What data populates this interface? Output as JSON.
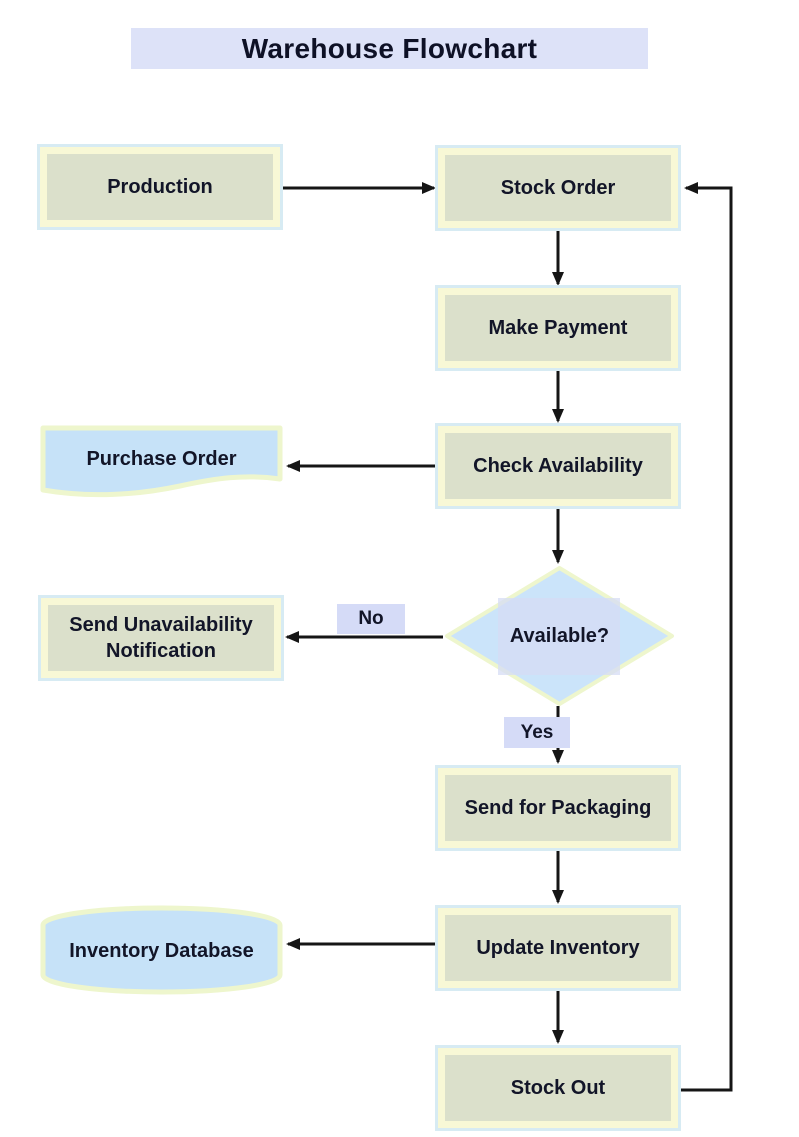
{
  "title": "Warehouse Flowchart",
  "nodes": {
    "production": {
      "label": "Production",
      "type": "process"
    },
    "stock_order": {
      "label": "Stock Order",
      "type": "process"
    },
    "make_payment": {
      "label": "Make Payment",
      "type": "process"
    },
    "check_availability": {
      "label": "Check Availability",
      "type": "process"
    },
    "purchase_order": {
      "label": "Purchase Order",
      "type": "document"
    },
    "available": {
      "label": "Available?",
      "type": "decision"
    },
    "send_unavailability_notification": {
      "label": "Send Unavailability Notification",
      "type": "process"
    },
    "send_for_packaging": {
      "label": "Send for Packaging",
      "type": "process"
    },
    "update_inventory": {
      "label": "Update Inventory",
      "type": "process"
    },
    "inventory_database": {
      "label": "Inventory Database",
      "type": "database"
    },
    "stock_out": {
      "label": "Stock Out",
      "type": "process"
    }
  },
  "edge_labels": {
    "no": "No",
    "yes": "Yes"
  },
  "edges": [
    {
      "from": "production",
      "to": "stock_order"
    },
    {
      "from": "stock_order",
      "to": "make_payment"
    },
    {
      "from": "make_payment",
      "to": "check_availability"
    },
    {
      "from": "check_availability",
      "to": "purchase_order"
    },
    {
      "from": "check_availability",
      "to": "available"
    },
    {
      "from": "available",
      "to": "send_unavailability_notification",
      "label": "No"
    },
    {
      "from": "available",
      "to": "send_for_packaging",
      "label": "Yes"
    },
    {
      "from": "send_for_packaging",
      "to": "update_inventory"
    },
    {
      "from": "update_inventory",
      "to": "inventory_database"
    },
    {
      "from": "update_inventory",
      "to": "stock_out"
    },
    {
      "from": "stock_out",
      "to": "stock_order"
    }
  ],
  "colors": {
    "title_bg": "#dde2f8",
    "process_fill": "#dbe0cb",
    "process_border_inner": "#f8f8d6",
    "process_border_outer": "#d7ebf3",
    "data_shape_fill": "#c6e2f8",
    "decision_fill": "#cbe4fa",
    "shape_glow": "#eef6cd",
    "edge_label_bg": "#d5dbf7",
    "arrow": "#151515",
    "text": "#121528"
  }
}
